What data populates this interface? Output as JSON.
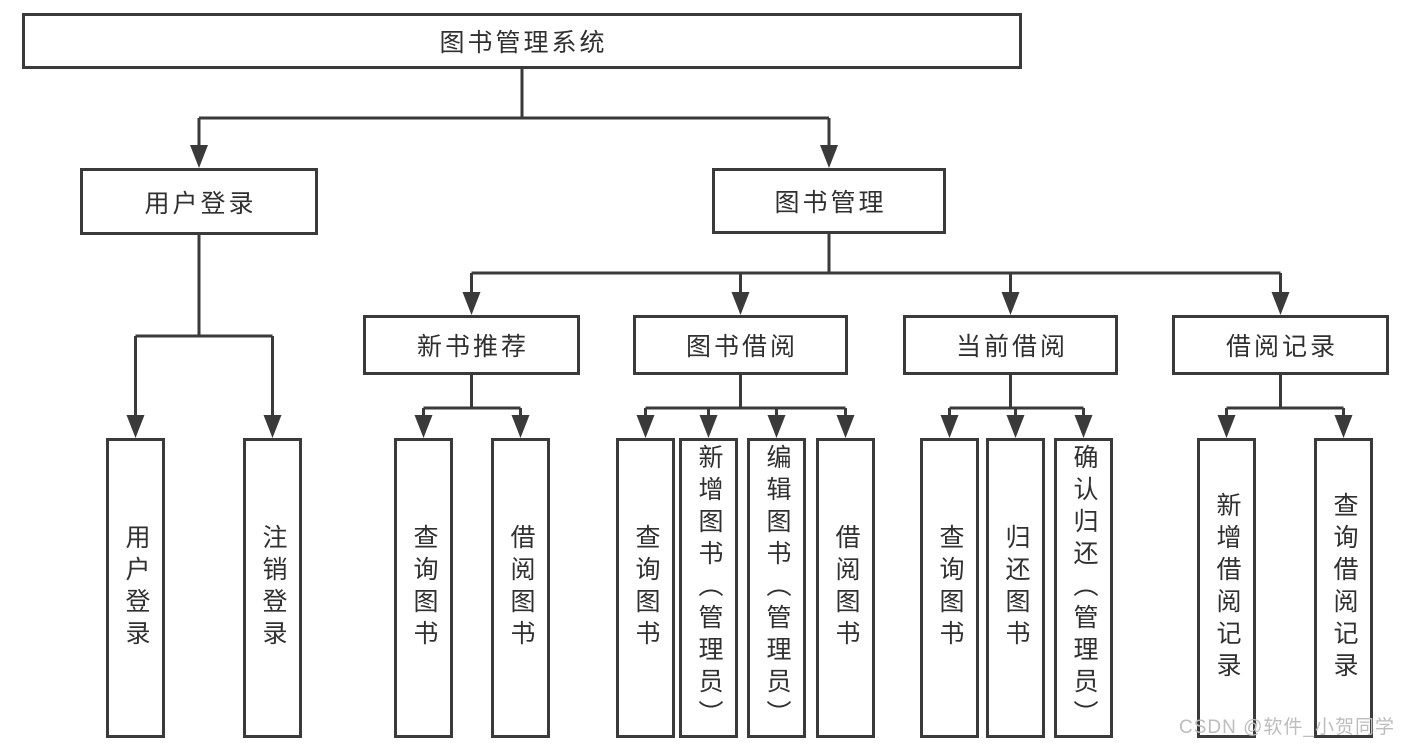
{
  "diagram": {
    "root": {
      "id": "library-management-system",
      "label": "图书管理系统"
    },
    "level2": [
      {
        "id": "user-login",
        "label": "用户登录"
      },
      {
        "id": "book-management",
        "label": "图书管理"
      }
    ],
    "level3": [
      {
        "id": "new-book-recommend",
        "label": "新书推荐"
      },
      {
        "id": "book-borrow",
        "label": "图书借阅"
      },
      {
        "id": "current-borrow",
        "label": "当前借阅"
      },
      {
        "id": "borrow-records",
        "label": "借阅记录"
      }
    ],
    "leaves": {
      "user_login": [
        "用户登录",
        "注销登录"
      ],
      "new_book_recommend": [
        "查询图书",
        "借阅图书"
      ],
      "book_borrow": [
        "查询图书",
        "新增图书（管理员）",
        "编辑图书（管理员）",
        "借阅图书"
      ],
      "current_borrow": [
        "查询图书",
        "归还图书",
        "确认归还（管理员）"
      ],
      "borrow_records": [
        "新增借阅记录",
        "查询借阅记录"
      ]
    }
  },
  "watermark": {
    "text": "CSDN @软件_小贺同学",
    "color": "#bdbdbd"
  },
  "colors": {
    "line": "#3a3a3a",
    "text": "#303030",
    "background": "#ffffff"
  }
}
